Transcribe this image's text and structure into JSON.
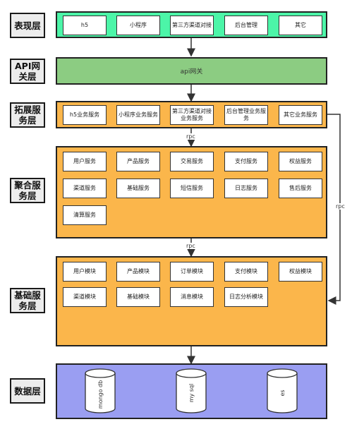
{
  "layers": {
    "presentation": {
      "label": "表现层",
      "items": [
        "h5",
        "小程序",
        "第三方渠道对接",
        "后台管理",
        "其它"
      ]
    },
    "gateway": {
      "label": "API网关层",
      "bar_text": "api网关"
    },
    "extension": {
      "label": "拓展服务层",
      "items": [
        "h5业务服务",
        "小程序业务服务",
        "第三方渠道对接业务服务",
        "后台管理业务服务",
        "其它业务服务"
      ]
    },
    "aggregation": {
      "label": "聚合服务层",
      "items": [
        "用户服务",
        "产品服务",
        "交易服务",
        "支付服务",
        "权益服务",
        "渠道服务",
        "基础服务",
        "短信服务",
        "日志服务",
        "售后服务",
        "清算服务"
      ]
    },
    "foundation": {
      "label": "基础服务层",
      "items": [
        "用户模块",
        "产品模块",
        "订单模块",
        "支付模块",
        "权益模块",
        "渠道模块",
        "基础模块",
        "消息模块",
        "日志分析模块"
      ]
    },
    "data": {
      "label": "数据层",
      "stores": [
        "mongo db",
        "my sql",
        "es"
      ]
    }
  },
  "connectors": {
    "rpc_top": "rpc",
    "rpc_mid": "rpc",
    "rpc_side": "rpc"
  },
  "colors": {
    "presentation": "#4cf5a8",
    "gateway": "#8ccc82",
    "service": "#fbb64b",
    "data": "#9a9ef2"
  }
}
